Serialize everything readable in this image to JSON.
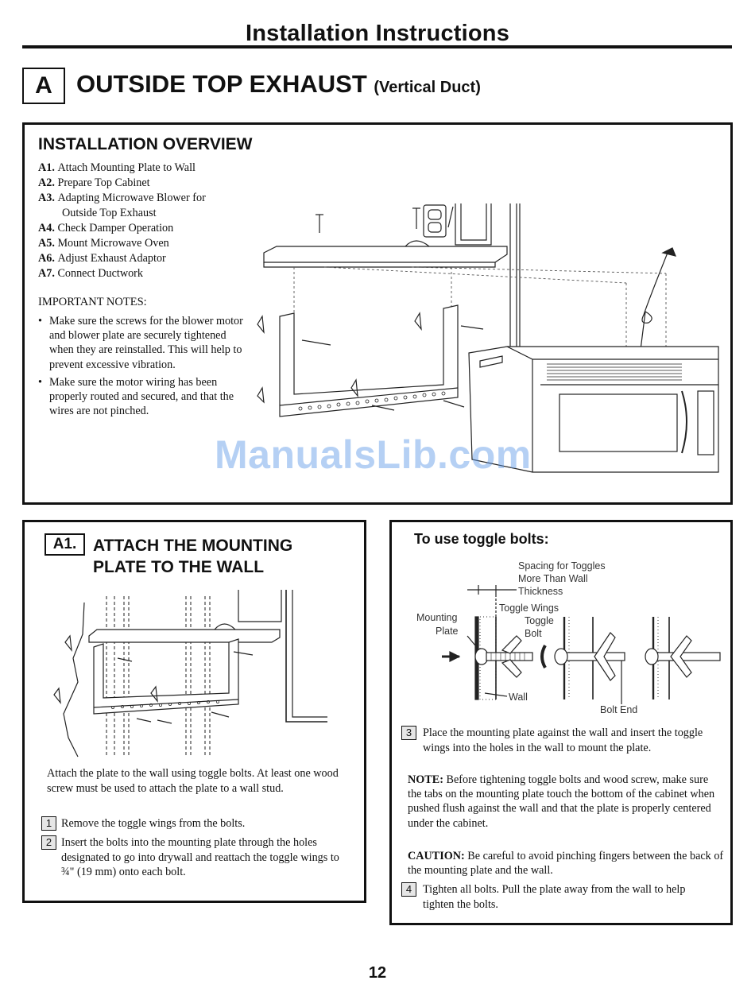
{
  "header": {
    "title": "Installation Instructions",
    "section_letter": "A",
    "section_title": "OUTSIDE TOP EXHAUST",
    "section_subtitle": "(Vertical Duct)"
  },
  "overview": {
    "heading": "INSTALLATION OVERVIEW",
    "steps": [
      {
        "code": "A1.",
        "text": "Attach Mounting Plate to Wall"
      },
      {
        "code": "A2.",
        "text": "Prepare Top Cabinet"
      },
      {
        "code": "A3.",
        "text": "Adapting Microwave Blower for",
        "cont": "Outside Top Exhaust"
      },
      {
        "code": "A4.",
        "text": "Check Damper Operation"
      },
      {
        "code": "A5.",
        "text": "Mount Microwave Oven"
      },
      {
        "code": "A6.",
        "text": "Adjust Exhaust Adaptor"
      },
      {
        "code": "A7.",
        "text": "Connect Ductwork"
      }
    ],
    "notes_heading": "IMPORTANT NOTES:",
    "notes": [
      "Make sure the screws for the blower motor and blower plate are securely tightened when they are reinstalled. This will help to prevent excessive vibration.",
      "Make sure the motor wiring has been properly routed and secured, and that the wires are not pinched."
    ]
  },
  "a1": {
    "tag": "A1.",
    "title": "ATTACH THE MOUNTING PLATE TO THE WALL",
    "intro": "Attach the plate to the wall using toggle bolts. At least one wood screw must be used to attach the plate to a wall stud.",
    "steps": [
      {
        "num": "1",
        "text": "Remove the toggle wings from the bolts."
      },
      {
        "num": "2",
        "text": "Insert the bolts into the mounting plate through the holes designated to go into drywall and reattach the toggle wings to ¾\" (19 mm) onto each bolt."
      }
    ]
  },
  "toggle": {
    "title": "To use toggle bolts:",
    "diagram_labels": {
      "spacing_1": "Spacing for Toggles",
      "spacing_2": "More Than Wall",
      "spacing_3": "Thickness",
      "wings": "Toggle Wings",
      "toggle": "Toggle",
      "bolt": "Bolt",
      "mounting": "Mounting",
      "plate": "Plate",
      "wall": "Wall",
      "bolt_end": "Bolt End"
    },
    "step3": {
      "num": "3",
      "text": "Place the mounting plate against the wall and insert the toggle wings into the holes in the wall to mount the plate."
    },
    "note_label": "NOTE:",
    "note_text": "Before tightening toggle bolts and wood screw, make sure the tabs on the mounting plate touch the bottom of the cabinet when pushed flush against the wall and that the plate is properly centered under the cabinet.",
    "caution_label": "CAUTION:",
    "caution_text": "Be careful to avoid pinching fingers between the back of the mounting plate and the wall.",
    "step4": {
      "num": "4",
      "text": "Tighten all bolts. Pull the plate away from the wall to help tighten the bolts."
    }
  },
  "page_number": "12",
  "watermark": "ManualsLib.com"
}
